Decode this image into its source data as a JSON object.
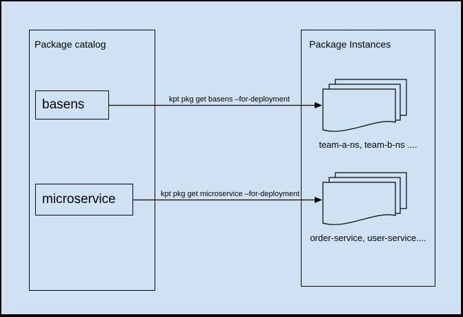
{
  "colors": {
    "background": "#cfe2f3",
    "stroke": "#000000",
    "text": "#000000"
  },
  "icons": {
    "stack": "stacked-documents"
  },
  "catalog": {
    "title": "Package catalog",
    "packages": [
      {
        "label": "basens"
      },
      {
        "label": "microservice"
      }
    ]
  },
  "instances": {
    "title": "Package Instances",
    "stacks": [
      {
        "caption": "team-a-ns, team-b-ns ...."
      },
      {
        "caption": "order-service, user-service...."
      }
    ]
  },
  "commands": [
    {
      "label": "kpt pkg get basens –for-deployment"
    },
    {
      "label": "kpt pkg get microservice –for-deployment"
    }
  ]
}
